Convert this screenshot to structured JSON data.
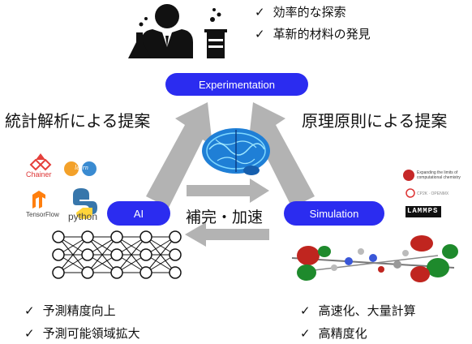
{
  "top_bullets": [
    "効率的な探索",
    "革新的材料の発見"
  ],
  "nodes": {
    "experimentation": "Experimentation",
    "ai": "AI",
    "simulation": "Simulation"
  },
  "edge_labels": {
    "left": "統計解析による提案",
    "right": "原理原則による提案",
    "center": "補完・加速"
  },
  "left_logos": {
    "chainer": "Chainer",
    "learn": "learn",
    "tensorflow": "TensorFlow",
    "python": "python"
  },
  "right_logos": {
    "lammps": "LAMMPS"
  },
  "ai_bullets": [
    "予測精度向上",
    "予測可能領域拡大"
  ],
  "sim_bullets": [
    "高速化、大量計算",
    "高精度化"
  ],
  "check": "✓",
  "colors": {
    "pill": "#2b2cf0",
    "arrow": "#b3b3b3",
    "brain": "#1f7fd6"
  }
}
